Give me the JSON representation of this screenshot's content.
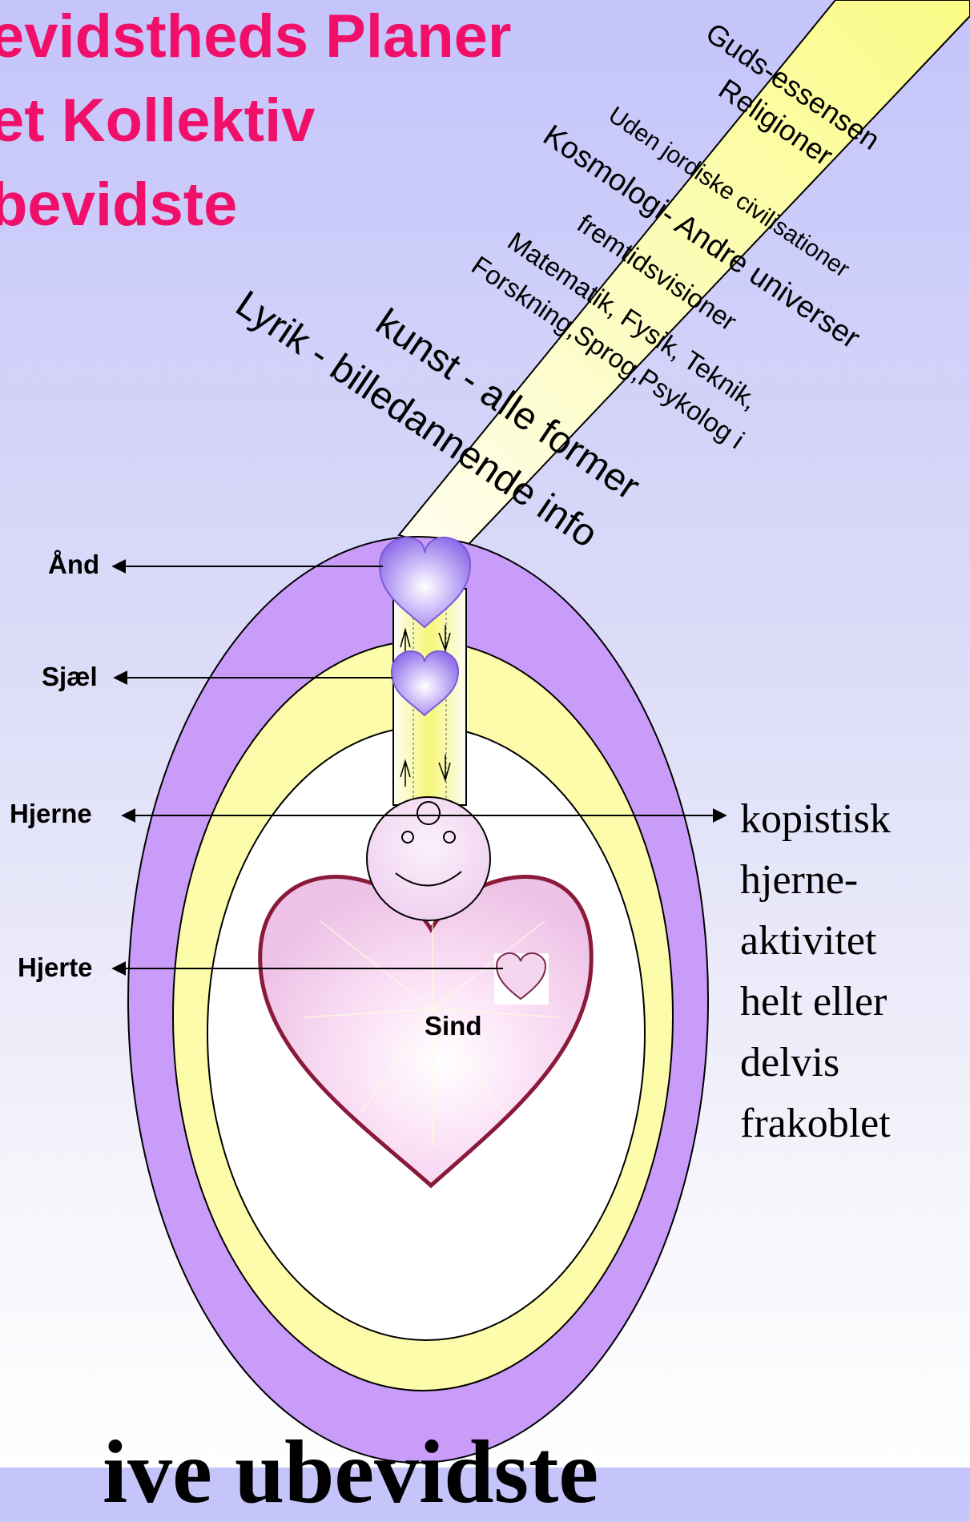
{
  "title": {
    "line1": "evidstheds Planer",
    "line2": "et Kollektiv",
    "line3": "bevidste"
  },
  "beam_labels": [
    "Guds-essensen",
    "Religioner",
    "Uden jordiske civilisationer",
    "Kosmologi- Andre universer",
    "fremtidsvisioner",
    "Matematik, Fysik, Teknik,",
    "Forskning,Sprog,Psykolog i",
    "kunst - alle former",
    "Lyrik -  billedannende info"
  ],
  "left_labels": {
    "aand": "Ånd",
    "sjael": "Sjæl",
    "hjerne": "Hjerne",
    "hjerte": "Hjerte"
  },
  "center_label": "Sind",
  "side_text": [
    "kopistisk",
    "hjerne-",
    "aktivitet",
    "helt eller",
    "delvis",
    "frakoblet"
  ],
  "bottom_text": "ive ubevidste",
  "colors": {
    "title": "#f0106a",
    "outer_ring": "#c99cfa",
    "middle_ring": "#fcfcaa",
    "beam": "#fbfb9c",
    "heart_purple": "#9a7cf0",
    "heart_pink": "#f7d4f0"
  }
}
